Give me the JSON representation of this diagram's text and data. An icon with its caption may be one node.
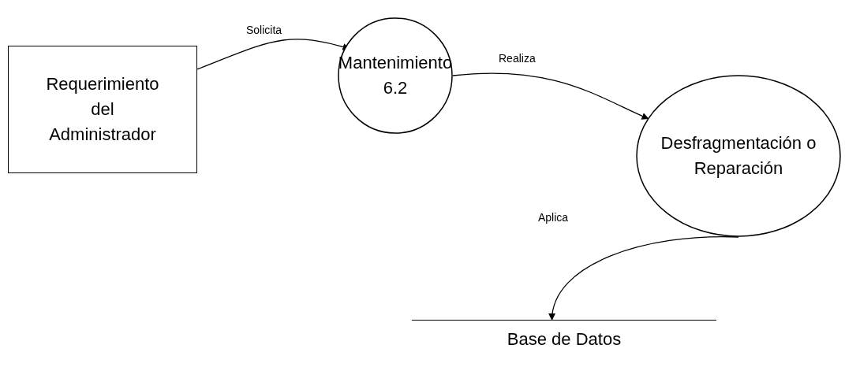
{
  "diagram": {
    "nodes": [
      {
        "text": [
          "Requerimiento del Administrador"
        ]
      },
      {
        "text": [
          "Mantenimiento 6.2"
        ]
      },
      {
        "text": [
          "Desfragmentación o Reparación"
        ]
      },
      {
        "text": [
          "Base de Datos"
        ]
      }
    ],
    "edges": [
      {
        "from": 0,
        "to": 1,
        "arrow": "to",
        "label": "Solicita"
      },
      {
        "from": 1,
        "to": 2,
        "arrow": "to",
        "label": "Realiza"
      },
      {
        "from": 2,
        "to": 3,
        "arrow": "to",
        "label": "Aplica"
      }
    ]
  }
}
